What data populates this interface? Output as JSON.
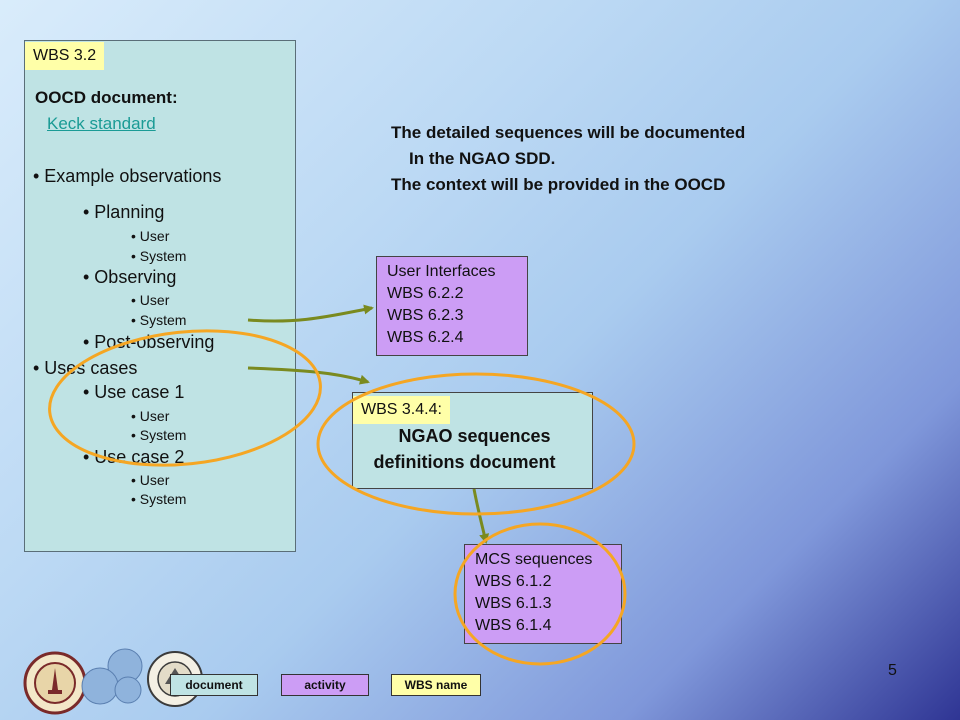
{
  "oocd": {
    "tag": "WBS 3.2",
    "title": "OOCD document:",
    "link": "Keck standard",
    "items": {
      "example": "• Example observations",
      "planning": "• Planning",
      "planning_user": "• User",
      "planning_system": "• System",
      "observing": "• Observing",
      "observing_user": "• User",
      "observing_system": "• System",
      "post": "• Post-observing",
      "uses": "• Uses cases",
      "uc1": "• Use case 1",
      "uc1_user": "• User",
      "uc1_system": "• System",
      "uc2": "• Use case 2",
      "uc2_user": "• User",
      "uc2_system": "• System"
    }
  },
  "headline": {
    "line1": "The detailed sequences will be documented",
    "line2": "In the NGAO SDD.",
    "line3": "The context will be provided in the OOCD"
  },
  "ui_box": {
    "line1": "User Interfaces",
    "line2": "WBS 6.2.2",
    "line3": "WBS 6.2.3",
    "line4": "WBS 6.2.4"
  },
  "seq_doc": {
    "tag": "WBS 3.4.4:",
    "line1": "NGAO sequences",
    "line2": "definitions document"
  },
  "mcs_box": {
    "line1": "MCS sequences",
    "line2": "WBS 6.1.2",
    "line3": "WBS 6.1.3",
    "line4": "WBS 6.1.4"
  },
  "legend": {
    "document": "document",
    "activity": "activity",
    "wbs_name": "WBS name"
  },
  "page_number": "5",
  "colors": {
    "doc_fill": "#bfe3e4",
    "purple_fill": "#cc9df5",
    "tag_fill": "#ffffa8",
    "arrow": "#7a8a1f",
    "ellipse": "#f5a623",
    "link": "#1a9b95"
  }
}
